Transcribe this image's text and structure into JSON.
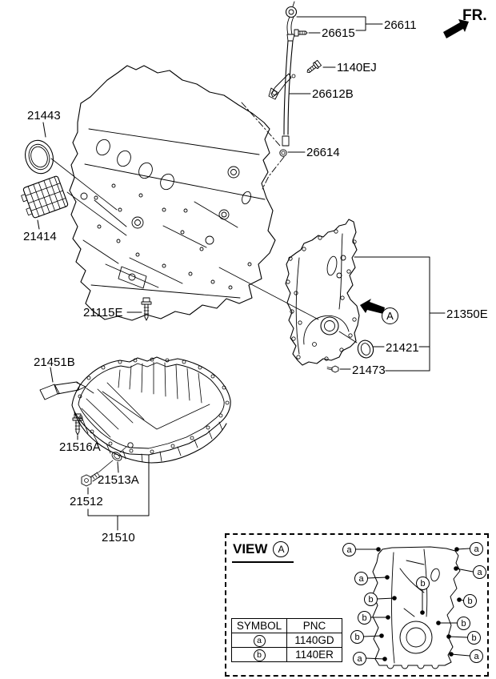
{
  "direction_indicator": {
    "label": "FR."
  },
  "parts": [
    {
      "pnc": "26611"
    },
    {
      "pnc": "26615"
    },
    {
      "pnc": "1140EJ"
    },
    {
      "pnc": "26612B"
    },
    {
      "pnc": "26614"
    },
    {
      "pnc": "21443"
    },
    {
      "pnc": "21414"
    },
    {
      "pnc": "21115E"
    },
    {
      "pnc": "21350E"
    },
    {
      "pnc": "21421"
    },
    {
      "pnc": "21473"
    },
    {
      "pnc": "21451B"
    },
    {
      "pnc": "21516A"
    },
    {
      "pnc": "21513A"
    },
    {
      "pnc": "21512"
    },
    {
      "pnc": "21510"
    }
  ],
  "assembly_view_ref": {
    "letter": "A"
  },
  "detail_view": {
    "title": "VIEW",
    "ref_letter": "A",
    "table": {
      "headers": [
        "SYMBOL",
        "PNC"
      ],
      "rows": [
        {
          "symbol": "a",
          "pnc": "1140GD"
        },
        {
          "symbol": "b",
          "pnc": "1140ER"
        }
      ]
    },
    "callouts": [
      {
        "letter": "a"
      },
      {
        "letter": "a"
      },
      {
        "letter": "a"
      },
      {
        "letter": "a"
      },
      {
        "letter": "b"
      },
      {
        "letter": "b"
      },
      {
        "letter": "b"
      },
      {
        "letter": "b"
      },
      {
        "letter": "b"
      },
      {
        "letter": "b"
      },
      {
        "letter": "b"
      },
      {
        "letter": "a"
      },
      {
        "letter": "a"
      }
    ]
  },
  "colors": {
    "line": "#000000",
    "background": "#ffffff"
  }
}
